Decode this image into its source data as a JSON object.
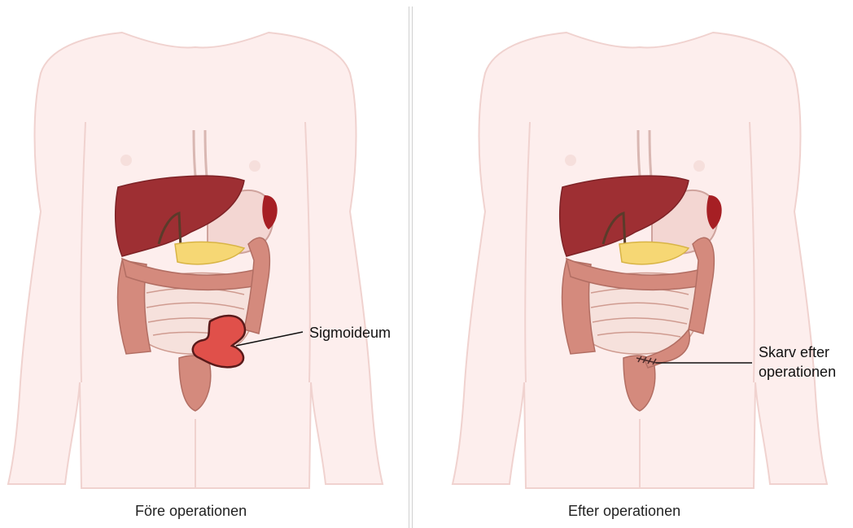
{
  "panels": {
    "before": {
      "caption": "Före operationen",
      "label": "Sigmoideum"
    },
    "after": {
      "caption": "Efter operationen",
      "label_line1": "Skarv efter",
      "label_line2": "operationen"
    }
  },
  "colors": {
    "skin": "#fdeeed",
    "skin_outline": "#f0d2cf",
    "liver": "#9e2f33",
    "colon": "#d48a7d",
    "small_intestine": "#f6e1dc",
    "pancreas": "#f6d774",
    "sigmoid_highlight": "#e0504a"
  }
}
